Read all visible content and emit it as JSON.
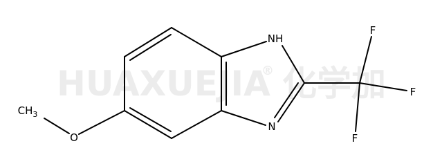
{
  "watermark": {
    "latin": "HUAXUEJIA",
    "registered": "®",
    "cjk": "化学加",
    "color": "#ececec"
  },
  "atoms": {
    "ch3_c": "CH",
    "ch3_sub": "3",
    "o": "O",
    "nh": "NH",
    "n": "N",
    "f_top": "F",
    "f_right": "F",
    "f_bottom": "F"
  },
  "colors": {
    "bond": "#000000",
    "label": "#000000"
  }
}
